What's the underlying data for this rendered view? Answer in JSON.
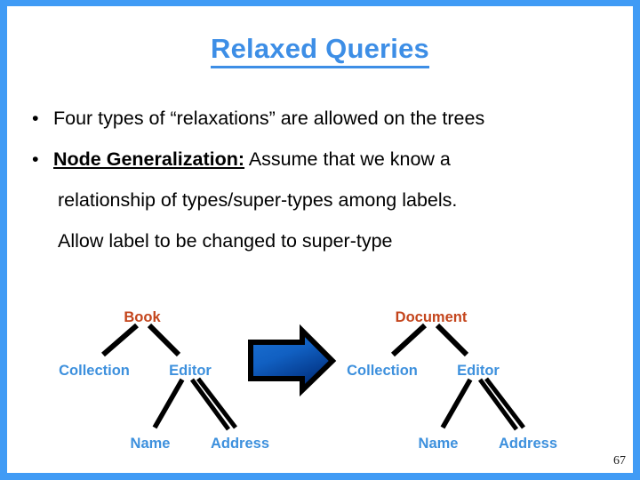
{
  "slide": {
    "title": "Relaxed Queries",
    "page_number": "67",
    "border_color": "#409bf5",
    "title_color": "#3d8ee6",
    "background": "#ffffff"
  },
  "bullets": [
    {
      "marker": "•",
      "text": "Four types of “relaxations” are allowed on the trees"
    },
    {
      "marker": "•",
      "lead": "Node Generalization:",
      "text": " Assume that we know a"
    }
  ],
  "continuation_lines": [
    "relationship of types/super-types among labels.",
    "Allow label to be changed to super-type"
  ],
  "diagram": {
    "arrow": {
      "name": "right-arrow",
      "fill_light": "#1b6fd0",
      "fill_dark": "#012c7a",
      "outline": "#000000"
    },
    "root_color": "#c4451c",
    "node_color": "#3d90dd",
    "edge_color": "#000000",
    "left_tree": {
      "root": "Book",
      "children": [
        "Collection",
        "Editor"
      ],
      "grandchildren": [
        "Name",
        "Address"
      ],
      "double_edge": "Editor-Address"
    },
    "right_tree": {
      "root": "Document",
      "children": [
        "Collection",
        "Editor"
      ],
      "grandchildren": [
        "Name",
        "Address"
      ],
      "double_edge": "Editor-Address"
    }
  }
}
